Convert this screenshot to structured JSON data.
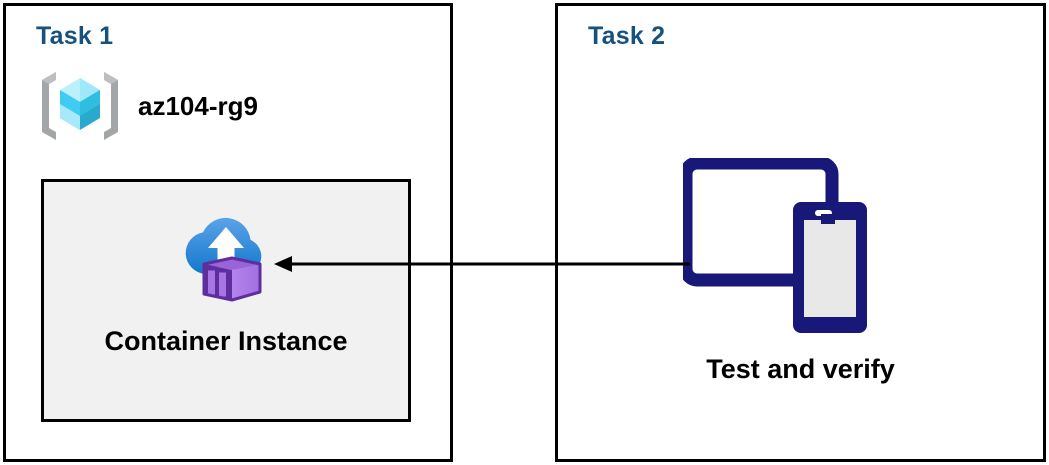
{
  "diagram": {
    "title": "Azure Container Instance task diagram",
    "background_color": "#ffffff",
    "panel_border_color": "#000000",
    "heading_color": "#16527f",
    "resource_box_fill": "#f1f1f1",
    "connector_color": "#000000"
  },
  "panels": [
    {
      "id": "task-1",
      "heading": "Task 1",
      "resource_group": {
        "icon": "azure-resource-group-icon",
        "label": "az104-rg9"
      },
      "resource": {
        "icon": "azure-container-instance-icon",
        "label": "Container Instance"
      }
    },
    {
      "id": "task-2",
      "heading": "Task 2",
      "device": {
        "icon": "tablet-and-phone-icon",
        "label": "Test and verify"
      }
    }
  ],
  "connector": {
    "name": "arrow-task2-to-container-instance",
    "direction": "right-to-left",
    "from": "Test and verify",
    "to": "Container Instance",
    "style": "solid-line-with-arrowhead"
  },
  "icon_colors": {
    "resource_group_bracket": "#a3a6a8",
    "resource_group_cube_light": "#9fe8fb",
    "resource_group_cube_mid": "#32c8f0",
    "resource_group_cube_dark": "#2aa9cf",
    "cloud_top": "#4e9ce6",
    "cloud_bottom": "#1a7cd1",
    "container_light": "#b483ea",
    "container_mid": "#9a63d8",
    "container_dark": "#5e2e9e",
    "device_frame": "#181878",
    "device_screen": "#e8e8e8"
  }
}
